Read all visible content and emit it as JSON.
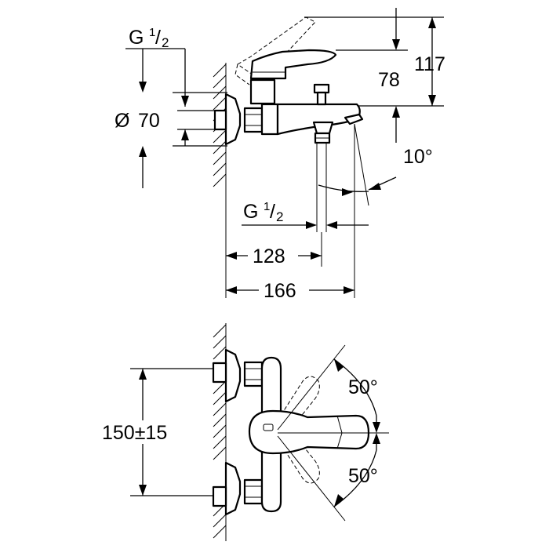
{
  "side_view": {
    "thread_top": {
      "letter": "G",
      "num": "1",
      "den": "2"
    },
    "dia_symbol": "Ø",
    "dia_value": "70",
    "height_78": "78",
    "height_117": "117",
    "angle": "10°",
    "thread_outlet": {
      "letter": "G",
      "num": "1",
      "den": "2"
    },
    "depth_128": "128",
    "depth_166": "166"
  },
  "front_view": {
    "centers": "150±15",
    "angle_upper": "50°",
    "angle_lower": "50°"
  }
}
